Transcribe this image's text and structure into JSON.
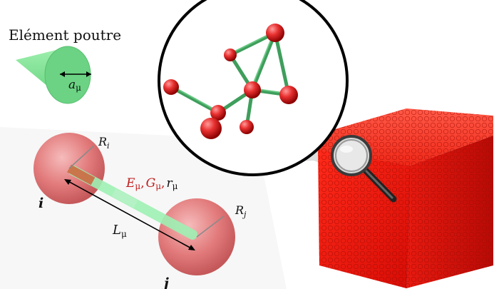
{
  "beam_element": {
    "title": "Elément poutre",
    "radius_symbol": "a",
    "radius_subscript": "μ"
  },
  "particle_pair": {
    "radius_i_symbol": "R",
    "radius_i_subscript": "i",
    "radius_j_symbol": "R",
    "radius_j_subscript": "j",
    "node_i_label": "i",
    "node_j_label": "j",
    "length_symbol": "L",
    "length_subscript": "μ",
    "props_e": "E",
    "props_e_sub": "μ",
    "props_sep1": ",",
    "props_g": "G",
    "props_g_sub": "μ",
    "props_sep2": ",",
    "props_r": "r",
    "props_r_sub": "μ"
  },
  "colors": {
    "particle_red": "#e8202a",
    "beam_green": "#4fc46a",
    "property_label": "#c21a1a"
  }
}
